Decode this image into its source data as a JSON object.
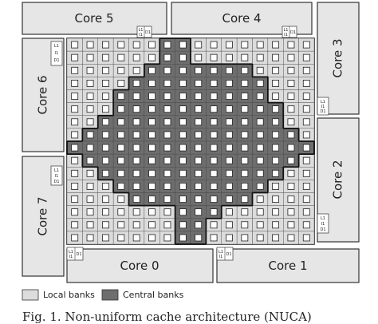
{
  "cores": [
    {
      "id": "core5",
      "label": "Core 5"
    },
    {
      "id": "core4",
      "label": "Core 4"
    },
    {
      "id": "core3",
      "label": "Core 3"
    },
    {
      "id": "core6",
      "label": "Core 6"
    },
    {
      "id": "core2",
      "label": "Core 2"
    },
    {
      "id": "core7",
      "label": "Core 7"
    },
    {
      "id": "core0",
      "label": "Core 0"
    },
    {
      "id": "core1",
      "label": "Core 1"
    }
  ],
  "port_labels": {
    "l1": "L1",
    "i1": "I1",
    "d1": "D1"
  },
  "grid": {
    "rows": 16,
    "cols": 16
  },
  "central_bank_cells": [
    [
      0,
      6
    ],
    [
      0,
      7
    ],
    [
      1,
      6
    ],
    [
      1,
      7
    ],
    [
      2,
      5
    ],
    [
      2,
      6
    ],
    [
      2,
      7
    ],
    [
      2,
      8
    ],
    [
      2,
      9
    ],
    [
      2,
      10
    ],
    [
      2,
      11
    ],
    [
      3,
      4
    ],
    [
      3,
      5
    ],
    [
      3,
      6
    ],
    [
      3,
      7
    ],
    [
      3,
      8
    ],
    [
      3,
      9
    ],
    [
      3,
      10
    ],
    [
      3,
      11
    ],
    [
      3,
      12
    ],
    [
      4,
      3
    ],
    [
      4,
      4
    ],
    [
      4,
      5
    ],
    [
      4,
      6
    ],
    [
      4,
      7
    ],
    [
      4,
      8
    ],
    [
      4,
      9
    ],
    [
      4,
      10
    ],
    [
      4,
      11
    ],
    [
      4,
      12
    ],
    [
      5,
      3
    ],
    [
      5,
      4
    ],
    [
      5,
      5
    ],
    [
      5,
      6
    ],
    [
      5,
      7
    ],
    [
      5,
      8
    ],
    [
      5,
      9
    ],
    [
      5,
      10
    ],
    [
      5,
      11
    ],
    [
      5,
      12
    ],
    [
      5,
      13
    ],
    [
      6,
      2
    ],
    [
      6,
      3
    ],
    [
      6,
      4
    ],
    [
      6,
      5
    ],
    [
      6,
      6
    ],
    [
      6,
      7
    ],
    [
      6,
      8
    ],
    [
      6,
      9
    ],
    [
      6,
      10
    ],
    [
      6,
      11
    ],
    [
      6,
      12
    ],
    [
      6,
      13
    ],
    [
      7,
      1
    ],
    [
      7,
      2
    ],
    [
      7,
      3
    ],
    [
      7,
      4
    ],
    [
      7,
      5
    ],
    [
      7,
      6
    ],
    [
      7,
      7
    ],
    [
      7,
      8
    ],
    [
      7,
      9
    ],
    [
      7,
      10
    ],
    [
      7,
      11
    ],
    [
      7,
      12
    ],
    [
      7,
      13
    ],
    [
      7,
      14
    ],
    [
      8,
      0
    ],
    [
      8,
      1
    ],
    [
      8,
      2
    ],
    [
      8,
      3
    ],
    [
      8,
      4
    ],
    [
      8,
      5
    ],
    [
      8,
      6
    ],
    [
      8,
      7
    ],
    [
      8,
      8
    ],
    [
      8,
      9
    ],
    [
      8,
      10
    ],
    [
      8,
      11
    ],
    [
      8,
      12
    ],
    [
      8,
      13
    ],
    [
      8,
      14
    ],
    [
      8,
      15
    ],
    [
      9,
      1
    ],
    [
      9,
      2
    ],
    [
      9,
      3
    ],
    [
      9,
      4
    ],
    [
      9,
      5
    ],
    [
      9,
      6
    ],
    [
      9,
      7
    ],
    [
      9,
      8
    ],
    [
      9,
      9
    ],
    [
      9,
      10
    ],
    [
      9,
      11
    ],
    [
      9,
      12
    ],
    [
      9,
      13
    ],
    [
      9,
      14
    ],
    [
      10,
      2
    ],
    [
      10,
      3
    ],
    [
      10,
      4
    ],
    [
      10,
      5
    ],
    [
      10,
      6
    ],
    [
      10,
      7
    ],
    [
      10,
      8
    ],
    [
      10,
      9
    ],
    [
      10,
      10
    ],
    [
      10,
      11
    ],
    [
      10,
      12
    ],
    [
      10,
      13
    ],
    [
      11,
      3
    ],
    [
      11,
      4
    ],
    [
      11,
      5
    ],
    [
      11,
      6
    ],
    [
      11,
      7
    ],
    [
      11,
      8
    ],
    [
      11,
      9
    ],
    [
      11,
      10
    ],
    [
      11,
      11
    ],
    [
      11,
      12
    ],
    [
      12,
      4
    ],
    [
      12,
      5
    ],
    [
      12,
      6
    ],
    [
      12,
      7
    ],
    [
      12,
      8
    ],
    [
      12,
      9
    ],
    [
      12,
      10
    ],
    [
      12,
      11
    ],
    [
      13,
      7
    ],
    [
      13,
      8
    ],
    [
      13,
      9
    ],
    [
      14,
      7
    ],
    [
      14,
      8
    ],
    [
      15,
      7
    ],
    [
      15,
      8
    ]
  ],
  "legend": {
    "local": {
      "label": "Local banks",
      "color": "#dcdcdc"
    },
    "central": {
      "label": "Central banks",
      "color": "#6e6e6e"
    }
  },
  "caption": "Fig. 1.  Non-uniform cache architecture (NUCA)"
}
